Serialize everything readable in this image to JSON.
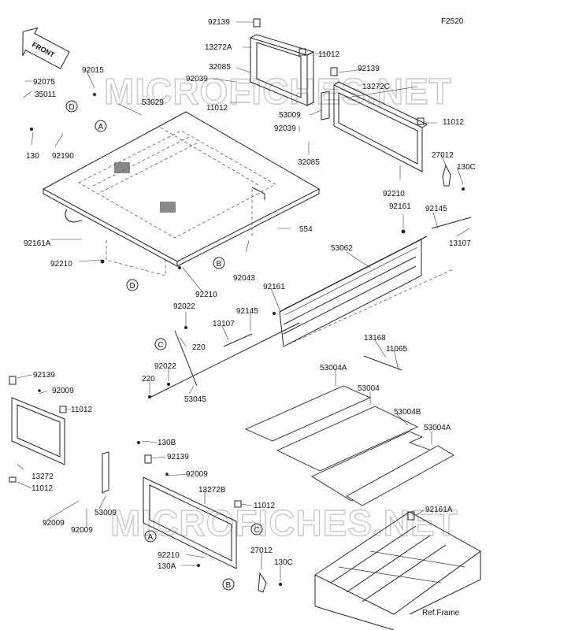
{
  "figure_code": "F2520",
  "front_label": "FRONT",
  "watermarks": [
    "MICROFICHES.NET",
    "MICROFICHES.NET"
  ],
  "callouts": [
    "A",
    "B",
    "C",
    "D"
  ],
  "labels": [
    {
      "id": "l01",
      "text": "92139"
    },
    {
      "id": "l02",
      "text": "13272A"
    },
    {
      "id": "l03",
      "text": "11012"
    },
    {
      "id": "l04",
      "text": "32085"
    },
    {
      "id": "l05",
      "text": "92039"
    },
    {
      "id": "l06",
      "text": "92139"
    },
    {
      "id": "l07",
      "text": "13272C"
    },
    {
      "id": "l08",
      "text": "11012"
    },
    {
      "id": "l09",
      "text": "53009"
    },
    {
      "id": "l10",
      "text": "11012"
    },
    {
      "id": "l11",
      "text": "92039"
    },
    {
      "id": "l12",
      "text": "32085"
    },
    {
      "id": "l13",
      "text": "27012"
    },
    {
      "id": "l14",
      "text": "130C"
    },
    {
      "id": "l15",
      "text": "92210"
    },
    {
      "id": "l16",
      "text": "92161"
    },
    {
      "id": "l17",
      "text": "92145"
    },
    {
      "id": "l18",
      "text": "13107"
    },
    {
      "id": "l19",
      "text": "92075"
    },
    {
      "id": "l20",
      "text": "92015"
    },
    {
      "id": "l21",
      "text": "35011"
    },
    {
      "id": "l22",
      "text": "53029"
    },
    {
      "id": "l23",
      "text": "130"
    },
    {
      "id": "l24",
      "text": "92190"
    },
    {
      "id": "l25",
      "text": "92161A"
    },
    {
      "id": "l26",
      "text": "92210"
    },
    {
      "id": "l27",
      "text": "554"
    },
    {
      "id": "l28",
      "text": "92043"
    },
    {
      "id": "l29",
      "text": "92210"
    },
    {
      "id": "l30",
      "text": "53062"
    },
    {
      "id": "l31",
      "text": "92161"
    },
    {
      "id": "l32",
      "text": "92022"
    },
    {
      "id": "l33",
      "text": "92145"
    },
    {
      "id": "l34",
      "text": "13107"
    },
    {
      "id": "l35",
      "text": "220"
    },
    {
      "id": "l36",
      "text": "13168"
    },
    {
      "id": "l37",
      "text": "11065"
    },
    {
      "id": "l38",
      "text": "92022"
    },
    {
      "id": "l39",
      "text": "220"
    },
    {
      "id": "l40",
      "text": "53045"
    },
    {
      "id": "l41",
      "text": "53004A"
    },
    {
      "id": "l42",
      "text": "53004"
    },
    {
      "id": "l43",
      "text": "53004B"
    },
    {
      "id": "l44",
      "text": "53004A"
    },
    {
      "id": "l45",
      "text": "92139"
    },
    {
      "id": "l46",
      "text": "92009"
    },
    {
      "id": "l47",
      "text": "11012"
    },
    {
      "id": "l48",
      "text": "13272"
    },
    {
      "id": "l49",
      "text": "11012"
    },
    {
      "id": "l50",
      "text": "130B"
    },
    {
      "id": "l51",
      "text": "92139"
    },
    {
      "id": "l52",
      "text": "92009"
    },
    {
      "id": "l53",
      "text": "13272B"
    },
    {
      "id": "l54",
      "text": "11012"
    },
    {
      "id": "l55",
      "text": "53009"
    },
    {
      "id": "l56",
      "text": "92009"
    },
    {
      "id": "l57",
      "text": "92009"
    },
    {
      "id": "l58",
      "text": "92161A"
    },
    {
      "id": "l59",
      "text": "27012"
    },
    {
      "id": "l60",
      "text": "92210"
    },
    {
      "id": "l61",
      "text": "130A"
    },
    {
      "id": "l62",
      "text": "130C"
    },
    {
      "id": "l63",
      "text": "Ref.Frame"
    }
  ]
}
